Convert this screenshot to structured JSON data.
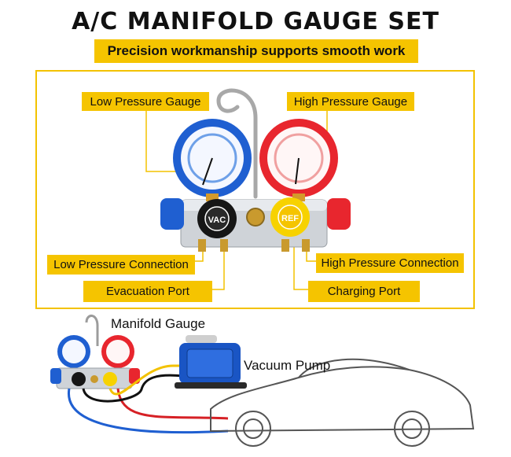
{
  "header": {
    "title": "A/C MANIFOLD GAUGE SET",
    "subtitle": "Precision workmanship supports smooth work"
  },
  "labels": {
    "low_pressure_gauge": "Low Pressure Gauge",
    "high_pressure_gauge": "High Pressure Gauge",
    "low_pressure_connection": "Low Pressure Connection",
    "high_pressure_connection": "High Pressure Connection",
    "evacuation_port": "Evacuation Port",
    "charging_port": "Charging Port"
  },
  "knobs": {
    "vac": "VAC",
    "ref": "REF"
  },
  "diagram": {
    "manifold_gauge": "Manifold Gauge",
    "vacuum_pump": "Vacuum Pump"
  },
  "colors": {
    "accent_yellow": "#f5c400",
    "low_side_blue": "#1f5fd1",
    "high_side_red": "#e8262e"
  }
}
